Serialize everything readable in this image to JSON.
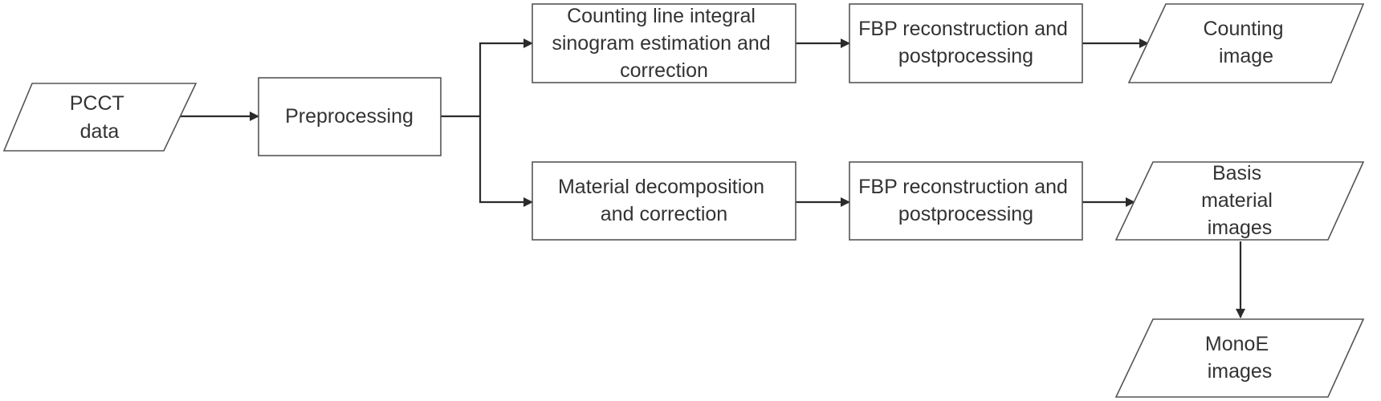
{
  "nodes": {
    "pcct_data": {
      "lines": [
        "PCCT",
        "data"
      ]
    },
    "preprocessing": {
      "lines": [
        "Preprocessing"
      ]
    },
    "counting_sinogram": {
      "lines": [
        "Counting line integral",
        "sinogram estimation and",
        "correction"
      ]
    },
    "fbp_top": {
      "lines": [
        "FBP reconstruction and",
        "postprocessing"
      ]
    },
    "counting_image": {
      "lines": [
        "Counting",
        "image"
      ]
    },
    "material_decomposition": {
      "lines": [
        "Material decomposition",
        "and correction"
      ]
    },
    "fbp_bottom": {
      "lines": [
        "FBP reconstruction and",
        "postprocessing"
      ]
    },
    "basis_material_images": {
      "lines": [
        "Basis",
        "material",
        "images"
      ]
    },
    "monoe_images": {
      "lines": [
        "MonoE",
        "images"
      ]
    }
  }
}
